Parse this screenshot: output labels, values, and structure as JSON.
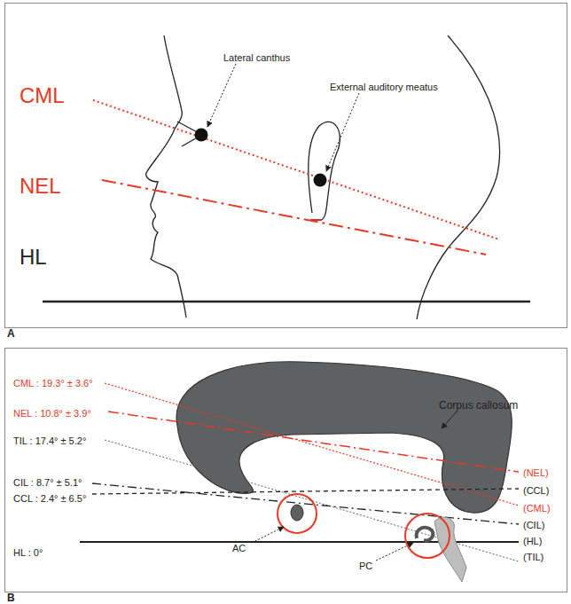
{
  "diagram": {
    "nodes": [
      {
        "text": [
          "A"
        ]
      },
      {
        "text": [
          "B"
        ]
      }
    ],
    "labels": [
      "CML",
      "NEL",
      "HL",
      "Lateral canthus",
      "External auditory meatus",
      "CML : 19.3° ± 3.6°",
      "NEL : 10.8° ± 3.9°",
      "TIL : 17.4° ± 5.2°",
      "CIL : 8.7° ± 5.1°",
      "CCL : 2.4° ± 6.5°",
      "HL : 0°",
      "Corpus callosum",
      "AC",
      "PC",
      "(NEL)",
      "(CCL)",
      "(CML)",
      "(CIL)",
      "(HL)",
      "(TIL)"
    ]
  }
}
